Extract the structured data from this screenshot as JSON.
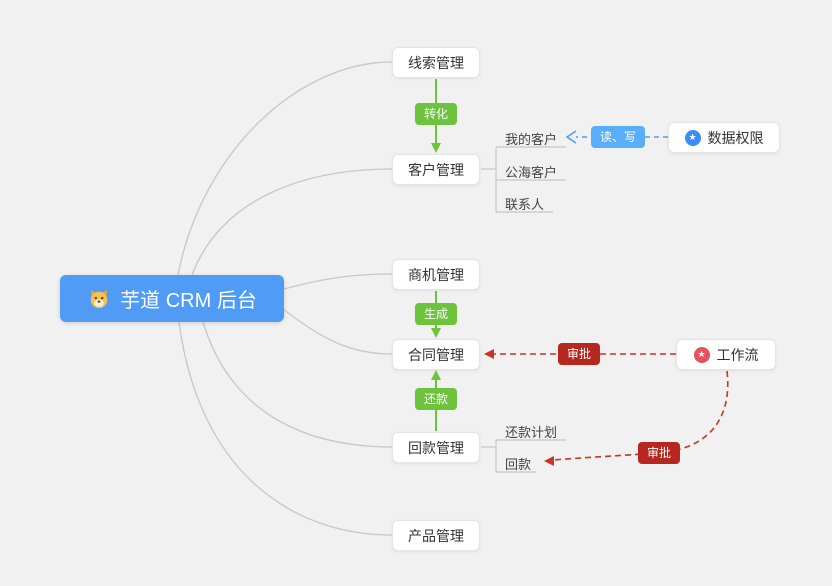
{
  "root": {
    "label": "芋道 CRM 后台"
  },
  "modules": {
    "leads": "线索管理",
    "customer": "客户管理",
    "opportunity": "商机管理",
    "contract": "合同管理",
    "receivable": "回款管理",
    "product": "产品管理"
  },
  "customer_children": {
    "mine": "我的客户",
    "pool": "公海客户",
    "contacts": "联系人"
  },
  "receivable_children": {
    "plan": "还款计划",
    "receipt": "回款"
  },
  "right_nodes": {
    "data_permission": "数据权限",
    "workflow": "工作流"
  },
  "edge_labels": {
    "convert": "转化",
    "generate": "生成",
    "repay": "还款",
    "read_write": "读、写",
    "approve_contract": "审批",
    "approve_receivable": "审批"
  },
  "colors": {
    "background": "#f0f1f0",
    "root_blue": "#4f9bf6",
    "green": "#6dc33c",
    "blue_badge": "#58aef8",
    "blue_line": "#4d9ef8",
    "red_badge": "#b6281f",
    "red_line": "#cc3327",
    "icon_blue": "#3b8cf8",
    "icon_red": "#e8505c",
    "gray_line": "#c7c7c7"
  }
}
